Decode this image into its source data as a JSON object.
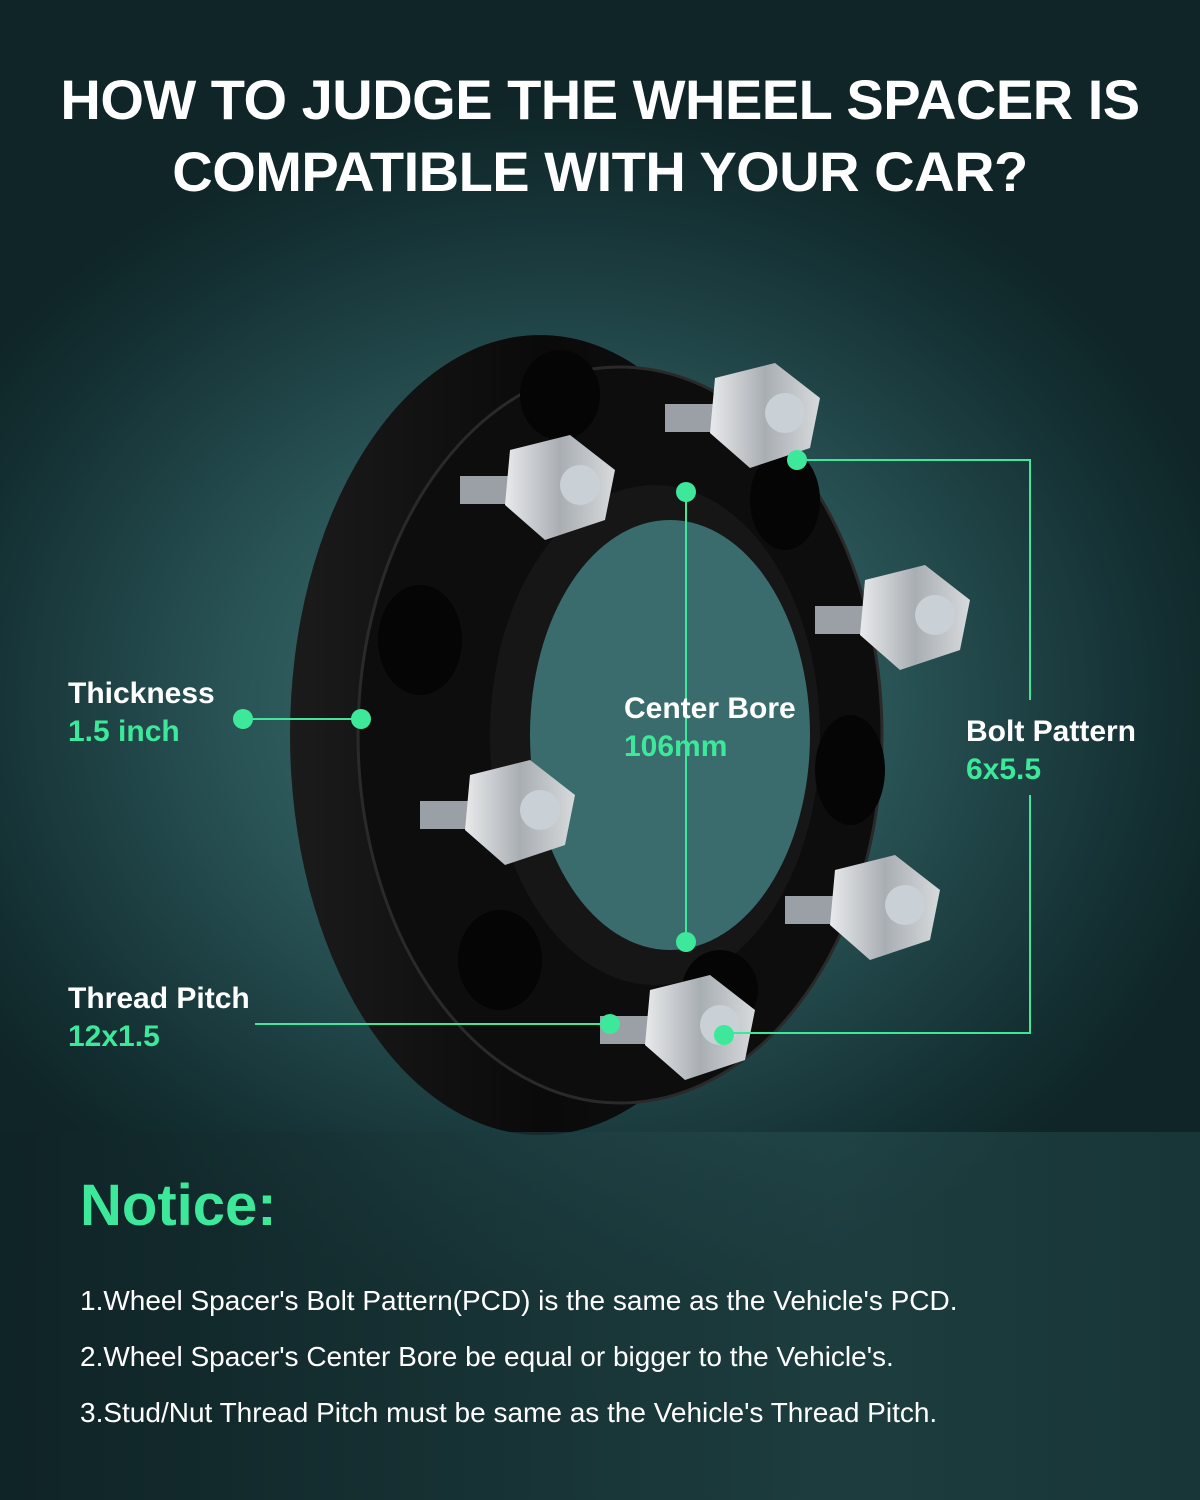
{
  "title": {
    "line1": "HOW TO JUDGE THE WHEEL SPACER IS",
    "line2": "COMPATIBLE WITH YOUR CAR?"
  },
  "callouts": {
    "thickness": {
      "label": "Thickness",
      "value": "1.5 inch"
    },
    "center_bore": {
      "label": "Center Bore",
      "value": "106mm"
    },
    "bolt_pattern": {
      "label": "Bolt Pattern",
      "value": "6x5.5"
    },
    "thread_pitch": {
      "label": "Thread Pitch",
      "value": "12x1.5"
    }
  },
  "notice": {
    "heading": "Notice:",
    "items": [
      "1.Wheel Spacer's Bolt Pattern(PCD) is the same as the Vehicle's PCD.",
      "2.Wheel Spacer's Center Bore be equal or bigger to the Vehicle's.",
      "3.Stud/Nut Thread Pitch must be same as the Vehicle's Thread Pitch."
    ]
  },
  "colors": {
    "accent": "#3de89a",
    "background": "#2a5557"
  }
}
